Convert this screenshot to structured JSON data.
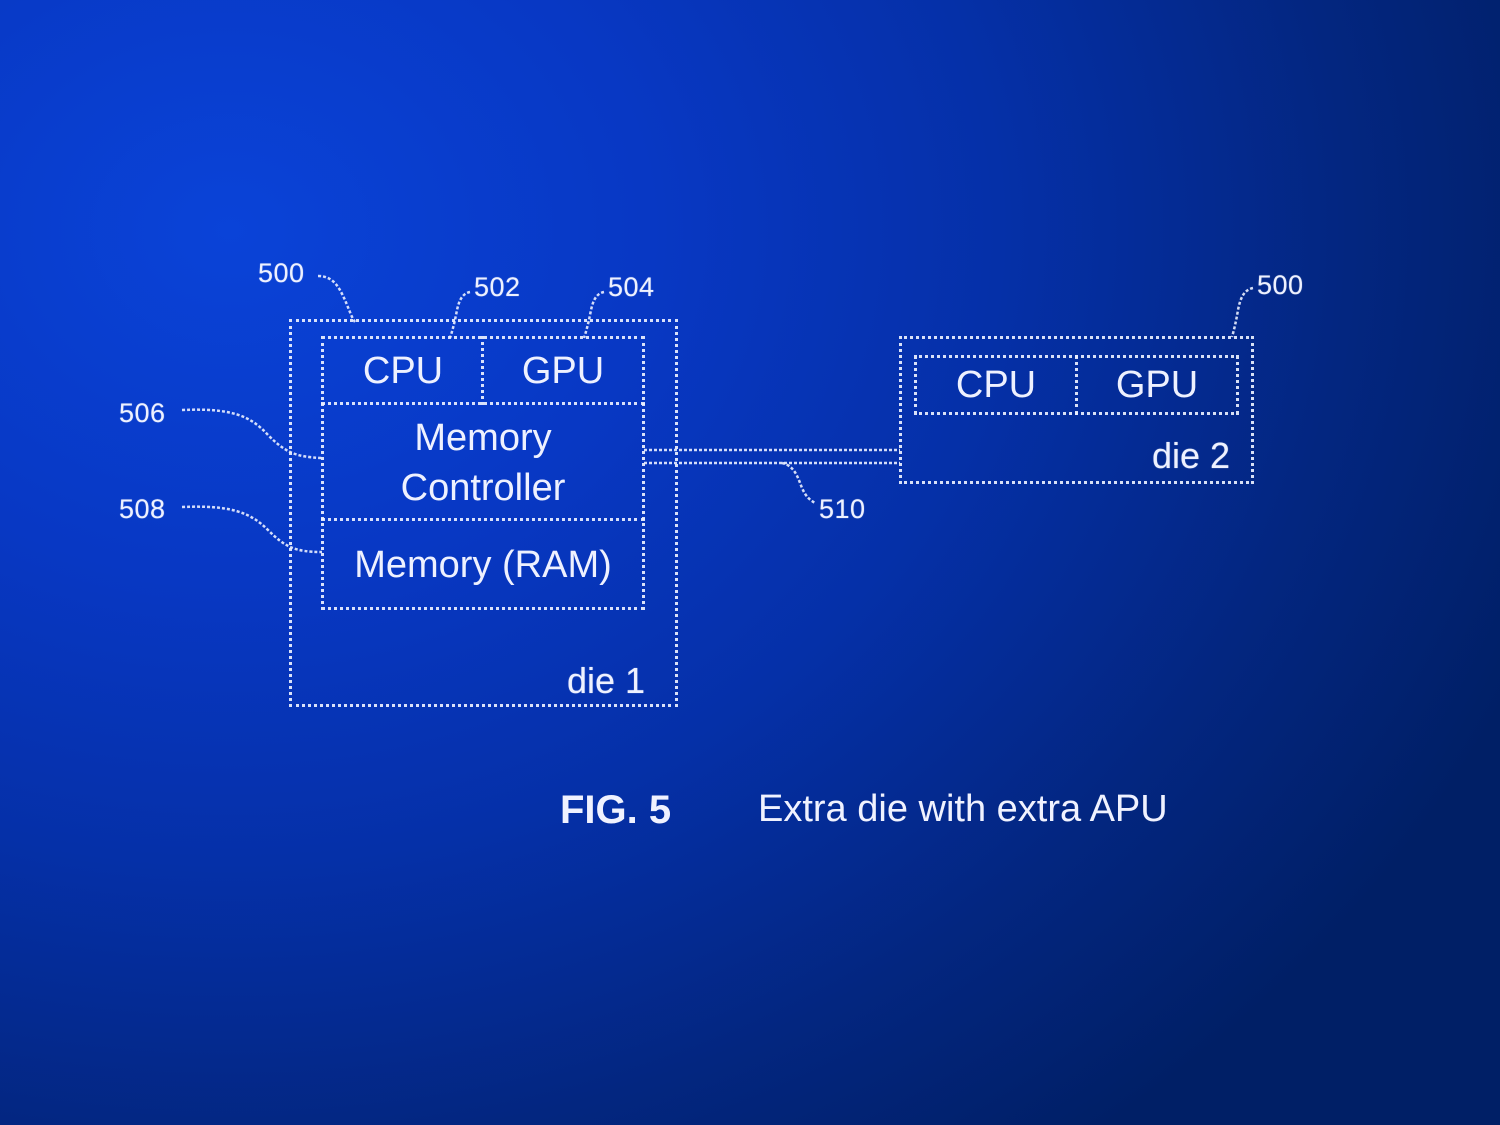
{
  "figure": {
    "number_label": "FIG. 5",
    "caption": "Extra die with extra APU"
  },
  "die1": {
    "label": "die 1",
    "ref": "500",
    "blocks": {
      "cpu": {
        "label": "CPU",
        "ref": "502"
      },
      "gpu": {
        "label": "GPU",
        "ref": "504"
      },
      "memory_controller": {
        "label_line1": "Memory",
        "label_line2": "Controller",
        "ref": "506"
      },
      "memory_ram": {
        "label": "Memory (RAM)",
        "ref": "508"
      }
    }
  },
  "die2": {
    "label": "die 2",
    "ref": "500",
    "blocks": {
      "cpu": {
        "label": "CPU"
      },
      "gpu": {
        "label": "GPU"
      }
    }
  },
  "interconnect": {
    "ref": "510"
  },
  "colors": {
    "background_light": "#0a43d8",
    "background_dark": "#001f66",
    "line": "#ebf0ff"
  }
}
